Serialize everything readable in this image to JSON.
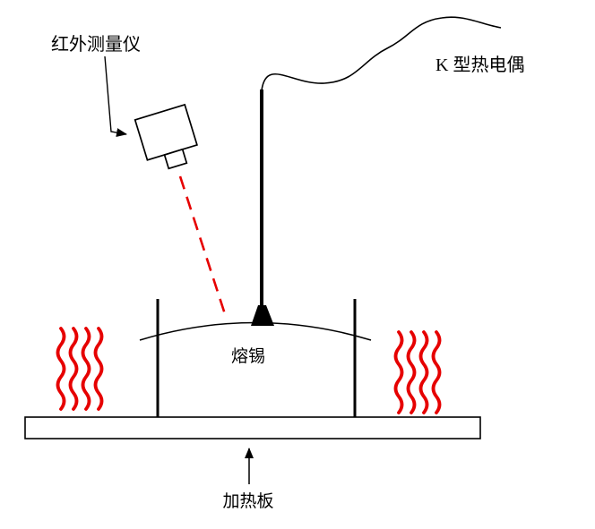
{
  "diagram": {
    "title": "solder-temperature-measurement-setup",
    "labels": {
      "infrared_meter": "红外测量仪",
      "thermocouple": "K 型热电偶",
      "molten_solder": "熔锡",
      "heating_plate": "加热板"
    },
    "colors": {
      "heat": "#e60000",
      "laser": "#e60000",
      "line": "#000000",
      "background": "#ffffff"
    }
  }
}
